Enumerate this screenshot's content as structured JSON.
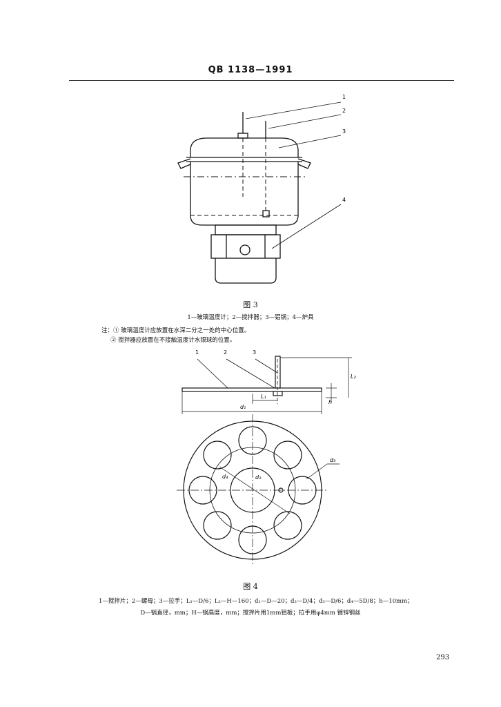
{
  "header": {
    "standard_code": "QB 1138—1991"
  },
  "figure3": {
    "caption": "图 3",
    "callouts": [
      "1",
      "2",
      "3",
      "4"
    ],
    "legend": "1—玻璃温度计；2—搅拌器；3—铝锅；4—炉具",
    "notes": [
      "注：① 玻璃温度计应放置在水深二分之一处的中心位置。",
      "② 搅拌器应放置在不接触温度计水银球的位置。"
    ]
  },
  "figure4": {
    "caption": "图 4",
    "callouts": [
      "1",
      "2",
      "3"
    ],
    "dimension_labels": {
      "l2": "L₂",
      "l1": "L₁",
      "h": "h",
      "d1": "d₁",
      "d3": "d₃",
      "d4": "d₄",
      "d2": "d₂"
    },
    "legend_line1": "1—搅拌片；2—螺母；3—拉手；L₁—D/6；L₂—H—160；d₁—D—20；d₂—D/4；d₃—D/6；d₄—5D/8；h—10mm；",
    "legend_line2": "D—锅直径，mm；H—锅高度，mm；搅拌片用1mm铝板；拉手用φ4mm 镀锌钢丝"
  },
  "page_number": "293"
}
